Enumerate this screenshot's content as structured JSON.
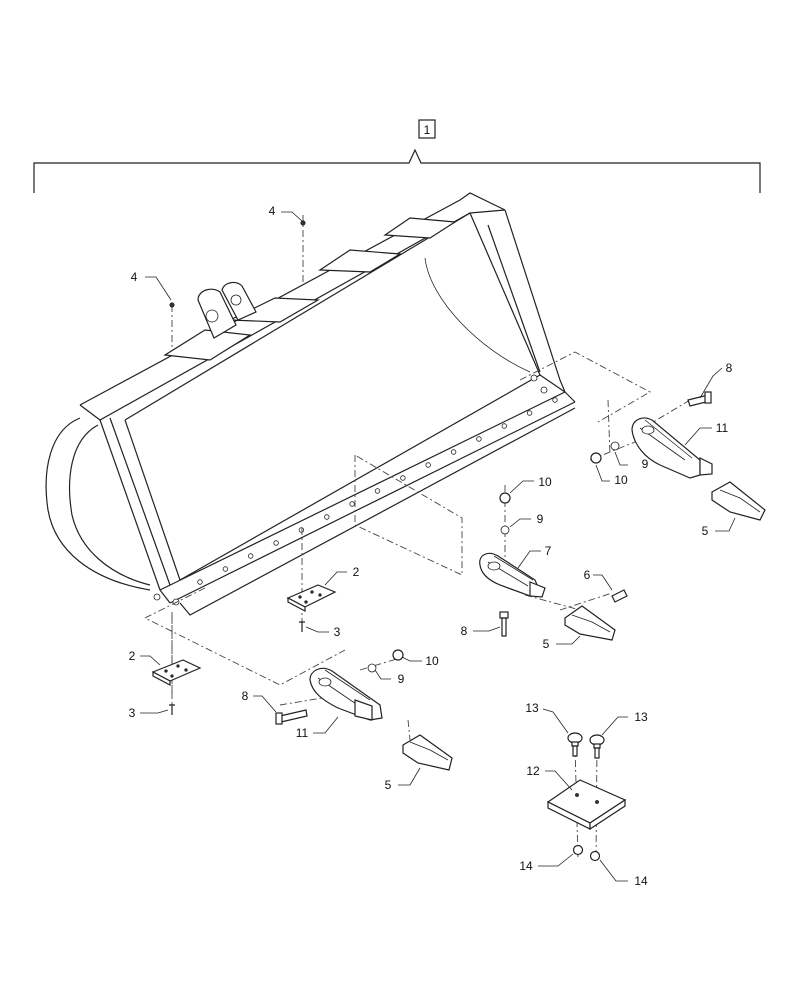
{
  "assembly_label": "1",
  "callouts": {
    "c1": "4",
    "c2": "4",
    "c3": "8",
    "c4": "11",
    "c5": "9",
    "c6": "10",
    "c7": "10",
    "c8": "9",
    "c9": "5",
    "c10": "7",
    "c11": "6",
    "c12": "2",
    "c13": "3",
    "c14": "8",
    "c15": "5",
    "c16": "2",
    "c17": "10",
    "c18": "9",
    "c19": "8",
    "c20": "3",
    "c21": "11",
    "c22": "5",
    "c23": "13",
    "c24": "13",
    "c25": "12",
    "c26": "14",
    "c27": "14"
  }
}
